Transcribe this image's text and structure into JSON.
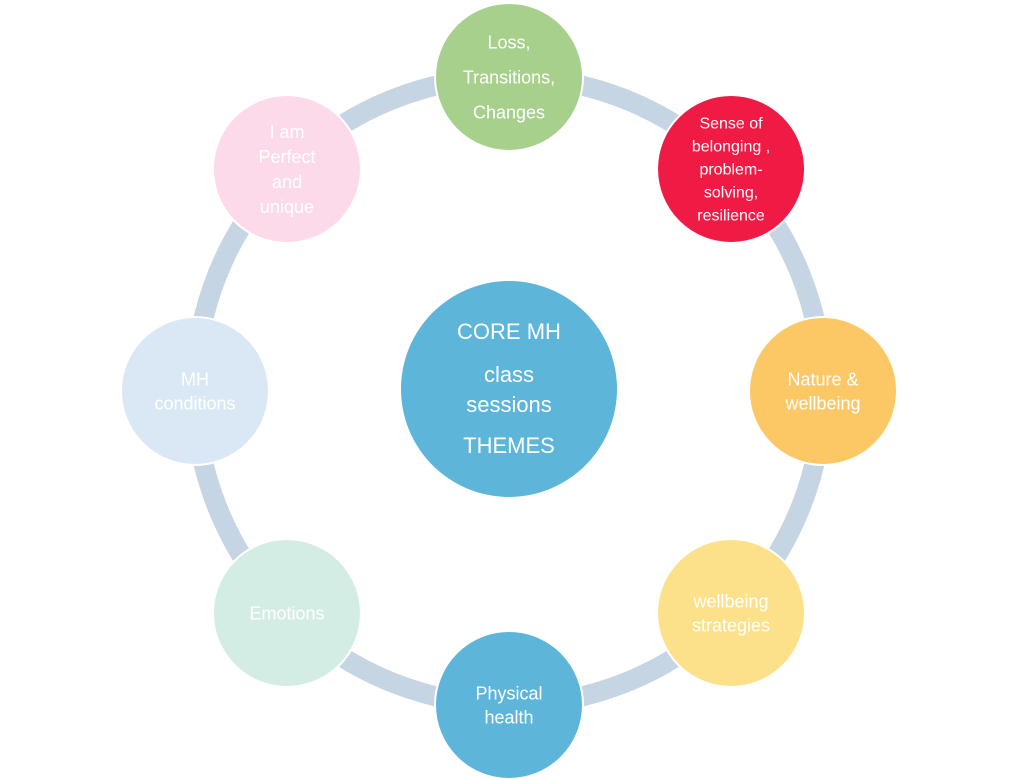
{
  "diagram": {
    "type": "cycle",
    "ring_color": "#c6d5e4",
    "center": {
      "lines": [
        "CORE MH",
        "class",
        "sessions",
        "THEMES"
      ],
      "color": "#5eb5da"
    },
    "nodes": [
      {
        "id": "loss-transitions-changes",
        "lines": [
          "Loss,",
          "Transitions,",
          "Changes"
        ],
        "color": "#a8d08d"
      },
      {
        "id": "sense-of-belonging",
        "lines": [
          "Sense of",
          "belonging ,",
          "problem-",
          "solving,",
          "resilience"
        ],
        "color": "#ef1b45"
      },
      {
        "id": "nature-wellbeing",
        "lines": [
          "Nature &",
          "wellbeing"
        ],
        "color": "#fcc865"
      },
      {
        "id": "wellbeing-strategies",
        "lines": [
          "wellbeing",
          "strategies"
        ],
        "color": "#fde18a"
      },
      {
        "id": "physical-health",
        "lines": [
          "Physical",
          "health"
        ],
        "color": "#5eb5da"
      },
      {
        "id": "emotions",
        "lines": [
          "Emotions"
        ],
        "color": "#d4ede4"
      },
      {
        "id": "mh-conditions",
        "lines": [
          "MH",
          "conditions"
        ],
        "color": "#dae8f5"
      },
      {
        "id": "i-am-perfect",
        "lines": [
          "I am",
          "Perfect",
          "and",
          "unique"
        ],
        "color": "#fcdaea"
      }
    ]
  }
}
